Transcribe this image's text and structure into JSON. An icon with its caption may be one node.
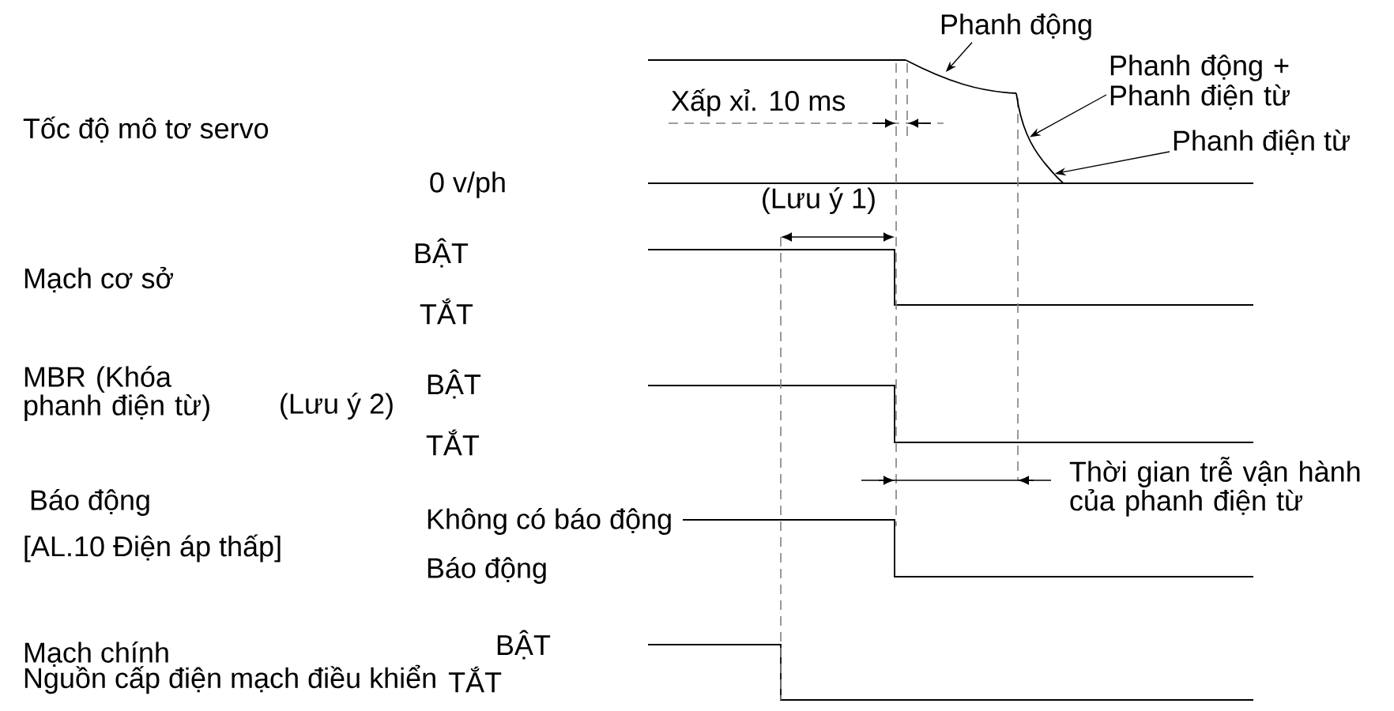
{
  "diagram": {
    "nodes": [
      {
        "text": [
          "Phanh động"
        ]
      },
      {
        "text": [
          "Phanh động + Phanh điện từ"
        ]
      },
      {
        "text": [
          "Phanh điện từ"
        ]
      },
      {
        "text": [],
        "shape": "curve"
      },
      {
        "text": [],
        "shape": "curve"
      },
      {
        "text": [],
        "shape": "curve"
      }
    ],
    "edges": [
      {
        "from": 0,
        "to": 3,
        "arrow": "to"
      },
      {
        "from": 1,
        "to": 4,
        "arrow": "to"
      },
      {
        "from": 2,
        "to": 5,
        "arrow": "to"
      }
    ],
    "labels": [
      "Xấp xỉ. 10 ms",
      "Tốc độ mô tơ servo",
      "0 v/ph",
      "(Lưu ý 1)",
      "BẬT",
      "Mạch cơ sở",
      "TẮT",
      "MBR (Khóa phanh điện từ)",
      "BẬT",
      "(Lưu ý 2)",
      "TẮT",
      "Thời gian trễ vận hành của phanh điện từ",
      "Báo động",
      "Không có báo động",
      "[AL.10 Điện áp thấp]",
      "Báo động",
      "BẬT",
      "Mạch chính",
      "Nguồn cấp điện mạch điều khiển",
      "TẮT"
    ]
  }
}
